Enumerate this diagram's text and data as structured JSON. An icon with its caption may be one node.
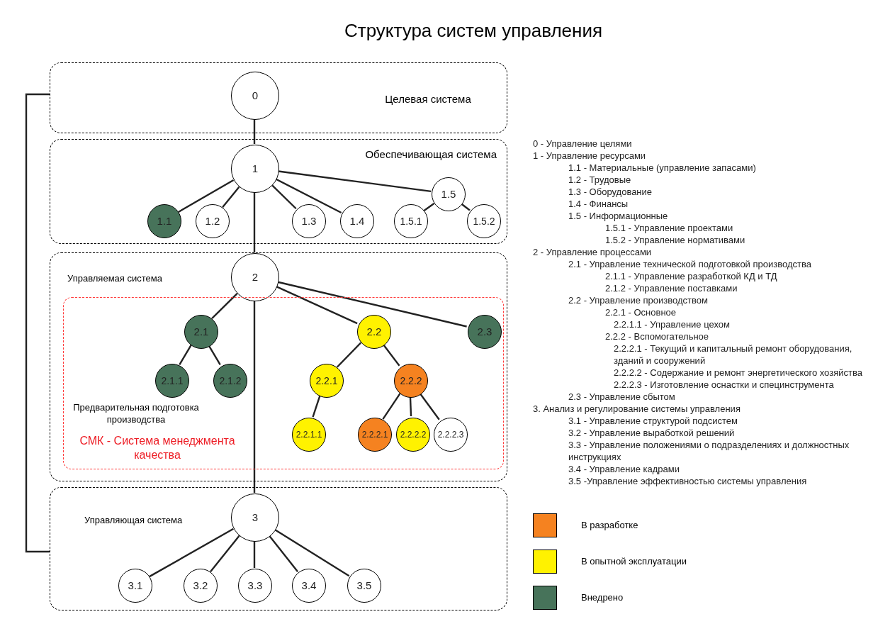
{
  "diagram": {
    "title": "Структура систем управления",
    "nodes": [
      {
        "text": [
          "Целевая система"
        ]
      },
      {
        "text": [
          "0"
        ],
        "in": 0
      },
      {
        "text": [
          "Обеспечивающая система"
        ]
      },
      {
        "text": [
          "1"
        ],
        "in": 2
      },
      {
        "text": [
          "1.1"
        ],
        "in": 2
      },
      {
        "text": [
          "1.2"
        ],
        "in": 2
      },
      {
        "text": [
          "1.3"
        ],
        "in": 2
      },
      {
        "text": [
          "1.4"
        ],
        "in": 2
      },
      {
        "text": [
          "1.5"
        ],
        "in": 2
      },
      {
        "text": [
          "1.5.1"
        ],
        "in": 2
      },
      {
        "text": [
          "1.5.2"
        ],
        "in": 2
      },
      {
        "text": [
          "Управляемая система"
        ]
      },
      {
        "text": [
          "2"
        ],
        "in": 11
      },
      {
        "text": [
          "Предварительная подготовка производства",
          "СМК - Система менеджмента качества"
        ],
        "in": 11
      },
      {
        "text": [
          "2.1"
        ],
        "in": 13
      },
      {
        "text": [
          "2.2"
        ],
        "in": 13
      },
      {
        "text": [
          "2.3"
        ],
        "in": 13
      },
      {
        "text": [
          "2.1.1"
        ],
        "in": 13
      },
      {
        "text": [
          "2.1.2"
        ],
        "in": 13
      },
      {
        "text": [
          "2.2.1"
        ],
        "in": 13
      },
      {
        "text": [
          "2.2.2"
        ],
        "in": 13
      },
      {
        "text": [
          "2.2.1.1"
        ],
        "in": 13
      },
      {
        "text": [
          "2.2.2.1"
        ],
        "in": 13
      },
      {
        "text": [
          "2.2.2.2"
        ],
        "in": 13
      },
      {
        "text": [
          "2.2.2.3"
        ],
        "in": 13
      },
      {
        "text": [
          "Управляющая система"
        ]
      },
      {
        "text": [
          "3"
        ],
        "in": 25
      },
      {
        "text": [
          "3.1"
        ],
        "in": 25
      },
      {
        "text": [
          "3.2"
        ],
        "in": 25
      },
      {
        "text": [
          "3.3"
        ],
        "in": 25
      },
      {
        "text": [
          "3.4"
        ],
        "in": 25
      },
      {
        "text": [
          "3.5"
        ],
        "in": 25
      }
    ],
    "edges": [
      {
        "from": 1,
        "to": 3,
        "arrow": "none"
      },
      {
        "from": 3,
        "to": 4,
        "arrow": "none"
      },
      {
        "from": 3,
        "to": 5,
        "arrow": "none"
      },
      {
        "from": 3,
        "to": 6,
        "arrow": "none"
      },
      {
        "from": 3,
        "to": 7,
        "arrow": "none"
      },
      {
        "from": 3,
        "to": 8,
        "arrow": "none"
      },
      {
        "from": 8,
        "to": 9,
        "arrow": "none"
      },
      {
        "from": 8,
        "to": 10,
        "arrow": "none"
      },
      {
        "from": 3,
        "to": 12,
        "arrow": "none"
      },
      {
        "from": 12,
        "to": 14,
        "arrow": "none"
      },
      {
        "from": 12,
        "to": 15,
        "arrow": "none"
      },
      {
        "from": 12,
        "to": 16,
        "arrow": "none"
      },
      {
        "from": 14,
        "to": 17,
        "arrow": "none"
      },
      {
        "from": 14,
        "to": 18,
        "arrow": "none"
      },
      {
        "from": 15,
        "to": 19,
        "arrow": "none"
      },
      {
        "from": 15,
        "to": 20,
        "arrow": "none"
      },
      {
        "from": 19,
        "to": 21,
        "arrow": "none"
      },
      {
        "from": 20,
        "to": 22,
        "arrow": "none"
      },
      {
        "from": 20,
        "to": 23,
        "arrow": "none"
      },
      {
        "from": 20,
        "to": 24,
        "arrow": "none"
      },
      {
        "from": 12,
        "to": 26,
        "arrow": "none"
      },
      {
        "from": 26,
        "to": 27,
        "arrow": "none"
      },
      {
        "from": 26,
        "to": 28,
        "arrow": "none"
      },
      {
        "from": 26,
        "to": 29,
        "arrow": "none"
      },
      {
        "from": 26,
        "to": 30,
        "arrow": "none"
      },
      {
        "from": 26,
        "to": 31,
        "arrow": "none"
      },
      {
        "from": 0,
        "to": 25,
        "arrow": "none"
      }
    ],
    "labels": [
      "0 - Управление целями",
      "1 - Управление ресурсами",
      "1.1 - Материальные (управление запасами)",
      "1.2 - Трудовые",
      "1.3 - Оборудование",
      "1.4 - Финансы",
      "1.5 - Информационные",
      "1.5.1 - Управление проектами",
      "1.5.2 - Управление нормативами",
      "2 - Управление процессами",
      "2.1 - Управление технической подготовкой производства",
      "2.1.1 - Управление разработкой КД и ТД",
      "2.1.2 - Управление поставками",
      "2.2 - Управление производством",
      "2.2.1 - Основное",
      "2.2.1.1 - Управление цехом",
      "2.2.2 - Вспомогательное",
      "2.2.2.1 - Текущий и капитальный ремонт оборудования, зданий и сооружений",
      "2.2.2.2 - Содержание и ремонт энергетического хозяйства",
      "2.2.2.3 - Изготовление оснастки и специнструмента",
      "2.3 - Управление сбытом",
      "3. Анализ и регулирование системы управления",
      "3.1 - Управление структурой подсистем",
      "3.2 - Управление выработкой решений",
      "3.3 - Управление положениями о подразделениях и должностных инструкциях",
      "3.4 - Управление кадрами",
      "3.5 -Управление эффективностью системы управления"
    ],
    "legend": [
      {
        "text": "В разработке",
        "color": "#f58220"
      },
      {
        "text": "В опытной эксплуатации",
        "color": "#fff200"
      },
      {
        "text": "Внедрено",
        "color": "#47735a"
      }
    ]
  }
}
